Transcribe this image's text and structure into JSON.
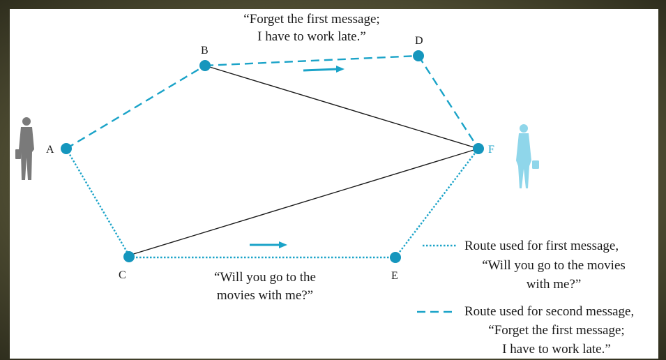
{
  "colors": {
    "accent": "#1aa3c8",
    "node": "#1596bd",
    "solid_edge": "#1a1a1a",
    "person_left": "#7a7a7a",
    "person_right": "#8fd6ea"
  },
  "nodes": {
    "A": "A",
    "B": "B",
    "C": "C",
    "D": "D",
    "E": "E",
    "F": "F"
  },
  "top_quote": {
    "line1": "“Forget the first message;",
    "line2": "I have to work late.”"
  },
  "bottom_quote": {
    "line1": "“Will you go to the",
    "line2": "movies with me?”"
  },
  "legend": {
    "first": {
      "line1": "Route used for first message,",
      "line2": "“Will you go to the movies",
      "line3": "with me?”"
    },
    "second": {
      "line1": "Route used for second message,",
      "line2": "“Forget the first message;",
      "line3": "I have to work late.”"
    }
  },
  "icons": {
    "left_person": "businessman-icon",
    "right_person": "businesswoman-icon",
    "arrow": "arrow-right-icon"
  }
}
